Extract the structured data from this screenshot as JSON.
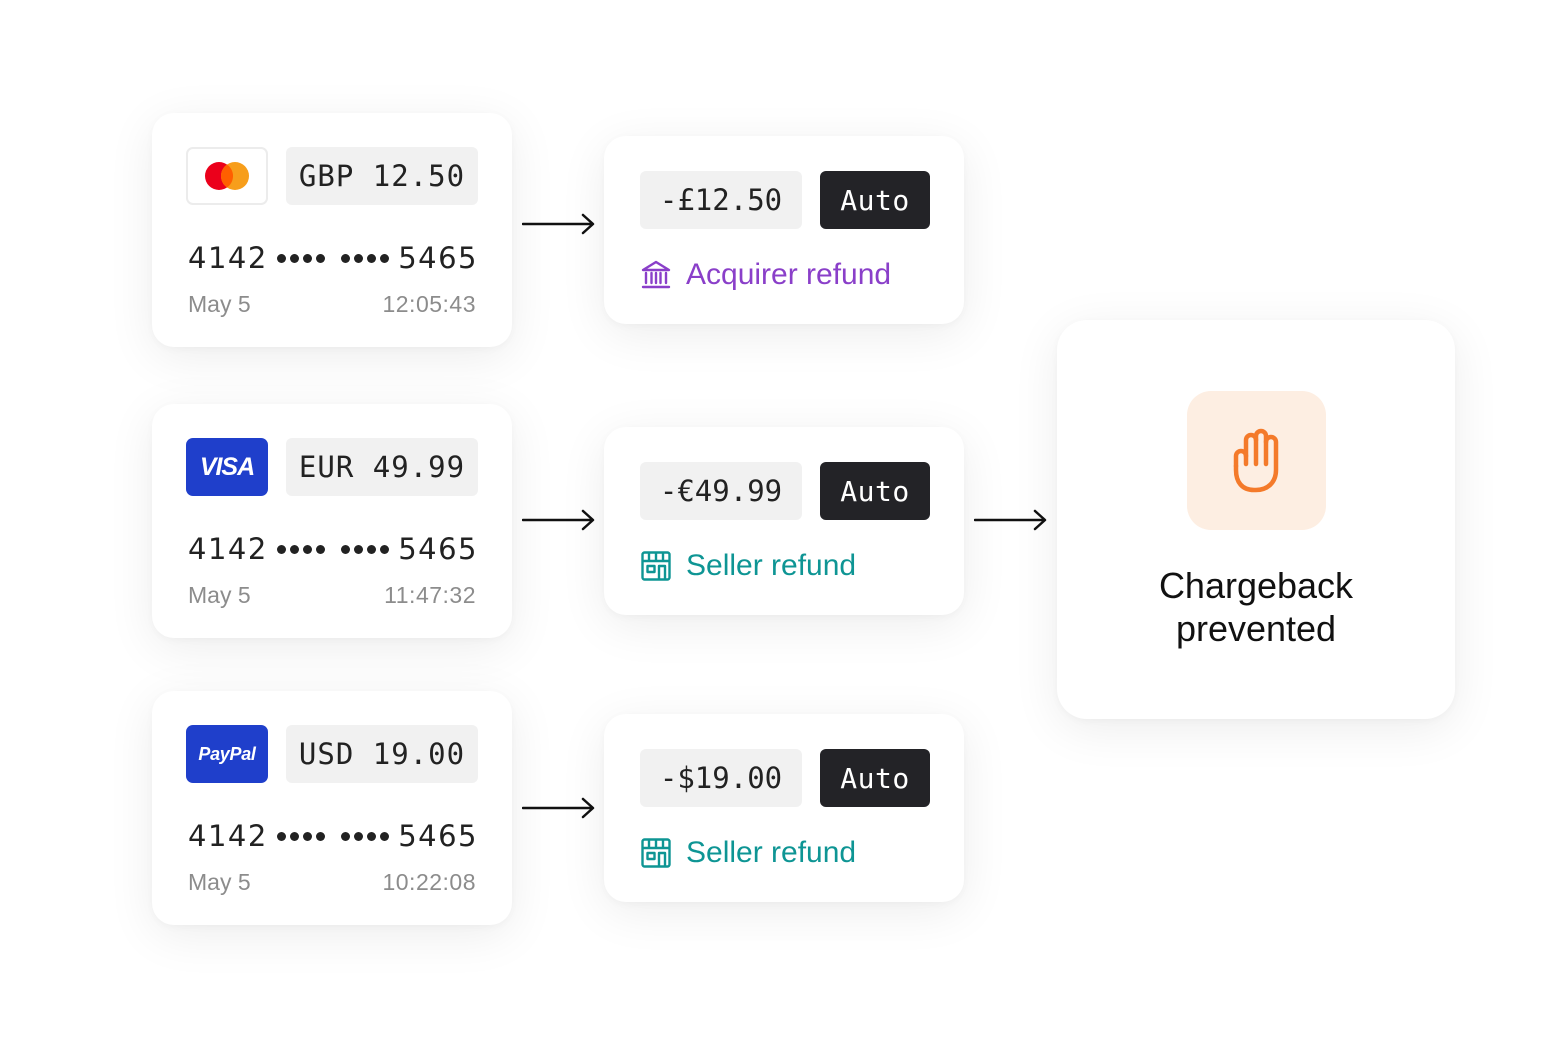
{
  "transactions": [
    {
      "brand": "mastercard",
      "brand_icon": "mastercard-logo-icon",
      "amount": "GBP 12.50",
      "card_first": "4142",
      "card_last": "5465",
      "date": "May 5",
      "time": "12:05:43"
    },
    {
      "brand": "visa",
      "brand_icon": "visa-logo-icon",
      "brand_label": "VISA",
      "amount": "EUR 49.99",
      "card_first": "4142",
      "card_last": "5465",
      "date": "May 5",
      "time": "11:47:32"
    },
    {
      "brand": "paypal",
      "brand_icon": "paypal-logo-icon",
      "brand_label": "PayPal",
      "amount": "USD 19.00",
      "card_first": "4142",
      "card_last": "5465",
      "date": "May 5",
      "time": "10:22:08"
    }
  ],
  "refunds": [
    {
      "amount": "-£12.50",
      "mode": "Auto",
      "type": "Acquirer refund",
      "icon": "bank-icon",
      "color": "#8a3fc9"
    },
    {
      "amount": "-€49.99",
      "mode": "Auto",
      "type": "Seller refund",
      "icon": "storefront-icon",
      "color": "#0e9594"
    },
    {
      "amount": "-$19.00",
      "mode": "Auto",
      "type": "Seller refund",
      "icon": "storefront-icon",
      "color": "#0e9594"
    }
  ],
  "result": {
    "title_line1": "Chargeback",
    "title_line2": "prevented",
    "icon": "raised-hand-icon",
    "icon_color": "#f47a2a",
    "icon_bg": "#fdeee2"
  },
  "colors": {
    "visa_blue": "#1f3fcb",
    "mastercard_red": "#eb001b",
    "mastercard_orange": "#f79e1b",
    "badge_dark": "#232327"
  }
}
